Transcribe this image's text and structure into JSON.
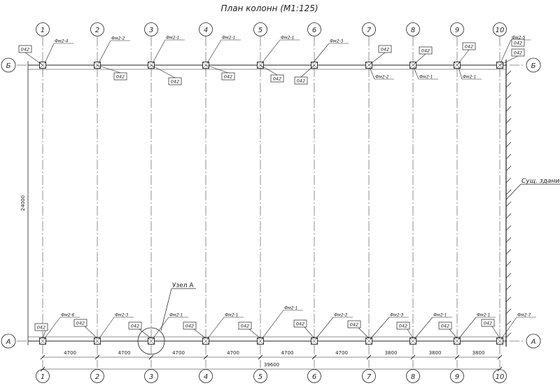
{
  "title": "План колонн  (М1:125)",
  "axes_numbers": [
    "1",
    "2",
    "3",
    "4",
    "5",
    "6",
    "7",
    "8",
    "9",
    "10"
  ],
  "row_letters": {
    "top": "Б",
    "bottom": "А"
  },
  "dimensions": {
    "spans": [
      "4700",
      "4700",
      "4700",
      "4700",
      "4700",
      "4700",
      "3800",
      "3800",
      "3800"
    ],
    "total": "39600",
    "height": "24000"
  },
  "annotations": {
    "existing_building": "Сущ. здание",
    "node": "Узел А"
  },
  "tags_top": [
    {
      "ref": "Фм2-4",
      "mark": "042"
    },
    {
      "ref": "Фм2-2",
      "mark": "042"
    },
    {
      "ref": "Фм2-1",
      "mark": "042"
    },
    {
      "ref": "Фм2-1",
      "mark": "042"
    },
    {
      "ref": "Фм2-1",
      "mark": "042"
    },
    {
      "ref": "Фм2-3",
      "mark": "042"
    },
    {
      "ref": "Фм2-2",
      "mark": "042"
    },
    {
      "ref": "Фм2-1",
      "mark": "042"
    },
    {
      "ref": "Фм2-1",
      "mark": "042"
    },
    {
      "ref": "Фм2-5",
      "mark": "042"
    }
  ],
  "tags_top_extra_mark": "042",
  "tags_bottom": [
    {
      "ref": "Фм2-6",
      "mark": "042"
    },
    {
      "ref": "Фм2-3",
      "mark": "042"
    },
    {
      "ref": "Фм2-1",
      "mark": "042"
    },
    {
      "ref": "Фм2-1",
      "mark": "042"
    },
    {
      "ref": "Фм2-1",
      "mark": "042"
    },
    {
      "ref": "Фм2-2",
      "mark": "042"
    },
    {
      "ref": "Фм2-3",
      "mark": "042"
    },
    {
      "ref": "Фм2-1",
      "mark": "042"
    },
    {
      "ref": "Фм2-1",
      "mark": "042"
    },
    {
      "ref": "Фм2-7",
      "mark": "042"
    }
  ],
  "colors": {
    "line": "#222222",
    "background": "#ffffff"
  }
}
